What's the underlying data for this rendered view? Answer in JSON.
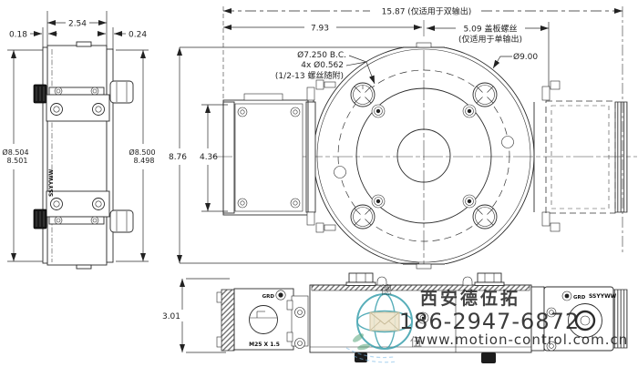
{
  "dimensions": {
    "total_width": "15.87 (仅适用于双输出)",
    "left_width": "7.93",
    "cover_screw_l1": "5.09 盖板螺丝",
    "cover_screw_l2": "(仅适用于单输出)",
    "flange_height": "8.76",
    "housing_height": "4.36",
    "depth_top": "2.54",
    "offset_left": "0.18",
    "offset_right": "0.24",
    "bore_dia_left_l1": "Ø8.504",
    "bore_dia_left_l2": "8.501",
    "bore_dia_right_l1": "Ø8.500",
    "bore_dia_right_l2": "8.498",
    "base_height": "3.01",
    "bolt_circle": "Ø7.250 B.C.",
    "bolt_holes": "4x Ø0.562",
    "bolt_note": "(1/2-13 螺丝随附)",
    "outer_dia": "Ø9.00"
  },
  "markings": {
    "ground_left": "GRD",
    "ground_right": "GRD",
    "conduit_thread": "M25 X 1.5",
    "date_code_side": "SSYYWW",
    "date_code_cap": "SSYYWW"
  },
  "watermark": {
    "company": "西安德伍拓",
    "phone": "186-2947-6872",
    "website": "www.motion-control.com.cn",
    "stamp_char_1": "德",
    "stamp_char_2": "伍",
    "colors": {
      "company": "#3fae7e",
      "phone": "#7ab9e6",
      "website": "#9a9a9a",
      "logo": "#2e9aa8",
      "envelope": "#e9ddbe",
      "leaf": "#2f8f5b"
    }
  }
}
